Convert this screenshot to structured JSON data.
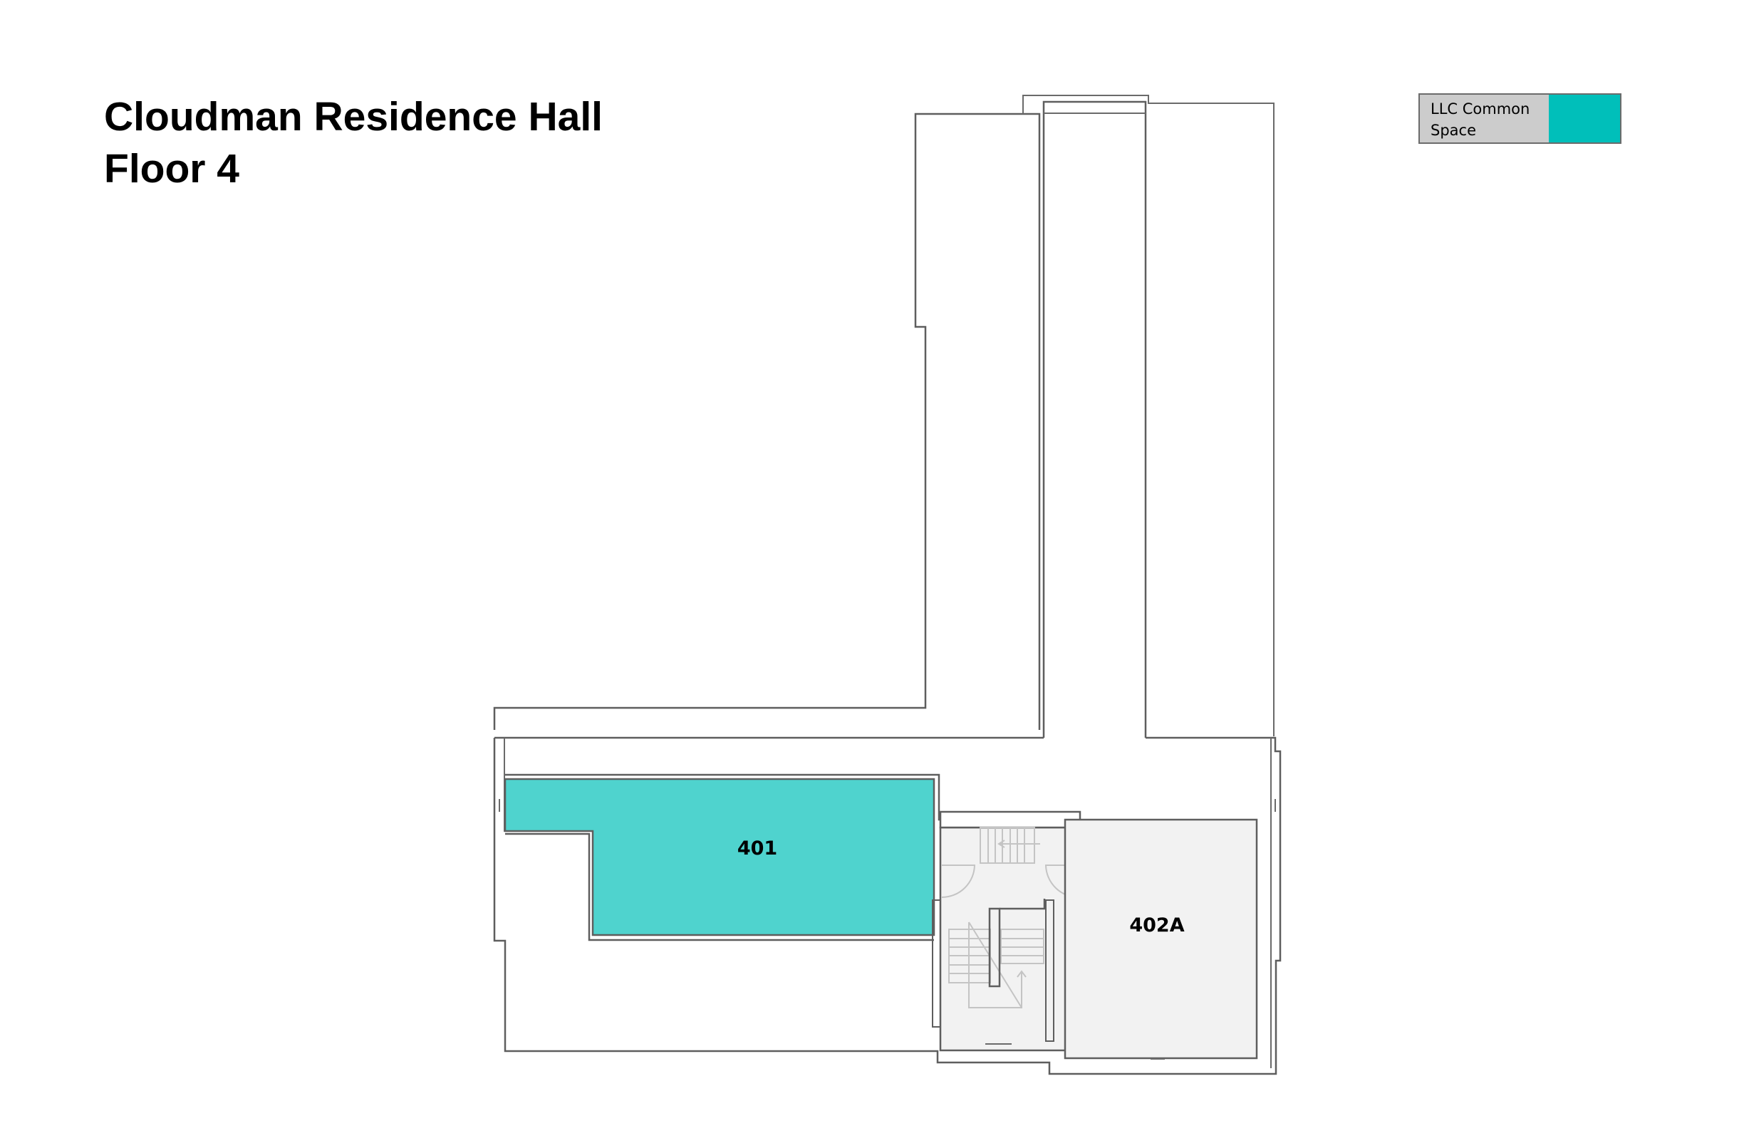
{
  "header": {
    "title_line1": "Cloudman Residence Hall",
    "title_line2": "Floor 4"
  },
  "legend": {
    "items": [
      {
        "label": "LLC Common Space",
        "color": "#00BFBA"
      }
    ]
  },
  "colors": {
    "llc_common_space": "#00BFBA",
    "room_401_fill": "#4FD3CE",
    "other_room_fill": "#F2F2F2",
    "wall": "#5E5E5E",
    "stair_lines": "#C4C4C4"
  },
  "rooms": [
    {
      "id": "401",
      "label": "401",
      "category": "LLC Common Space"
    },
    {
      "id": "402A",
      "label": "402A",
      "category": "Other"
    }
  ]
}
